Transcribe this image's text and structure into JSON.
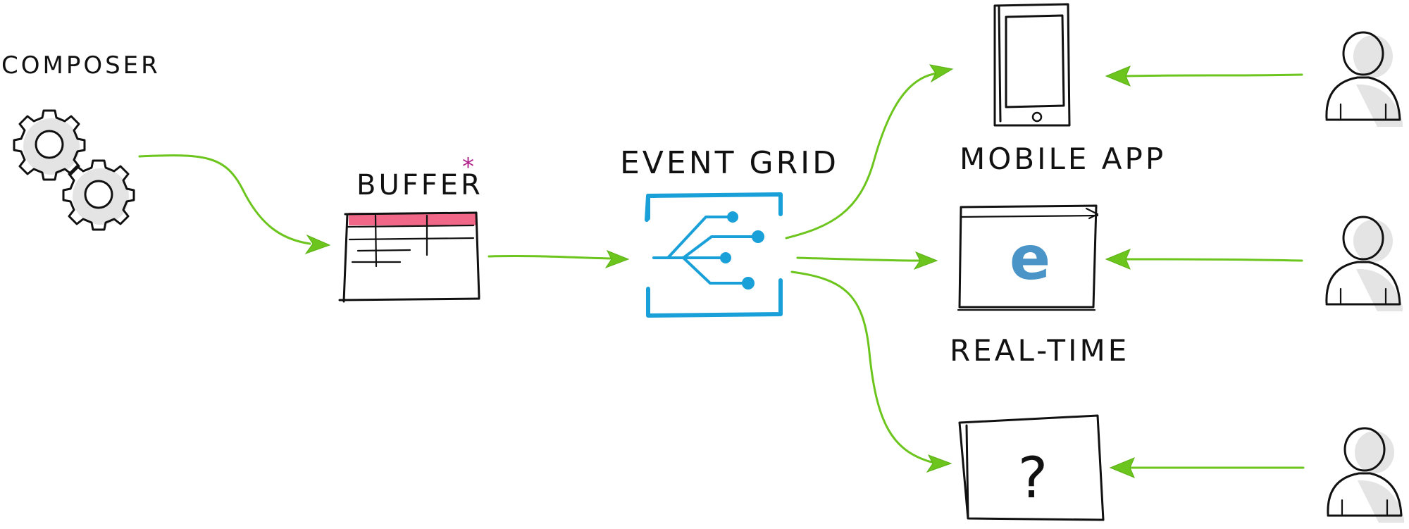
{
  "labels": {
    "composer": "COMPOSER",
    "buffer": "BUFFER",
    "buffer_mark": "*",
    "event_grid": "EVENT GRID",
    "mobile_app": "MOBILE APP",
    "real_time": "REAL-TIME",
    "unknown_client": "?",
    "browser_logo": "e"
  },
  "colors": {
    "arrow": "#6cc51d",
    "event_grid": "#1aa0d8",
    "buffer_header": "#f0577a",
    "buffer_mark": "#b0208a",
    "browser_logo": "#4a94c8",
    "ink": "#111111"
  },
  "icons": {
    "composer": "gears-icon",
    "buffer": "table-icon",
    "event_grid": "event-grid-icon",
    "mobile_app": "phone-icon",
    "real_time": "browser-window-icon",
    "unknown_client": "question-box-icon",
    "user": "user-icon"
  }
}
